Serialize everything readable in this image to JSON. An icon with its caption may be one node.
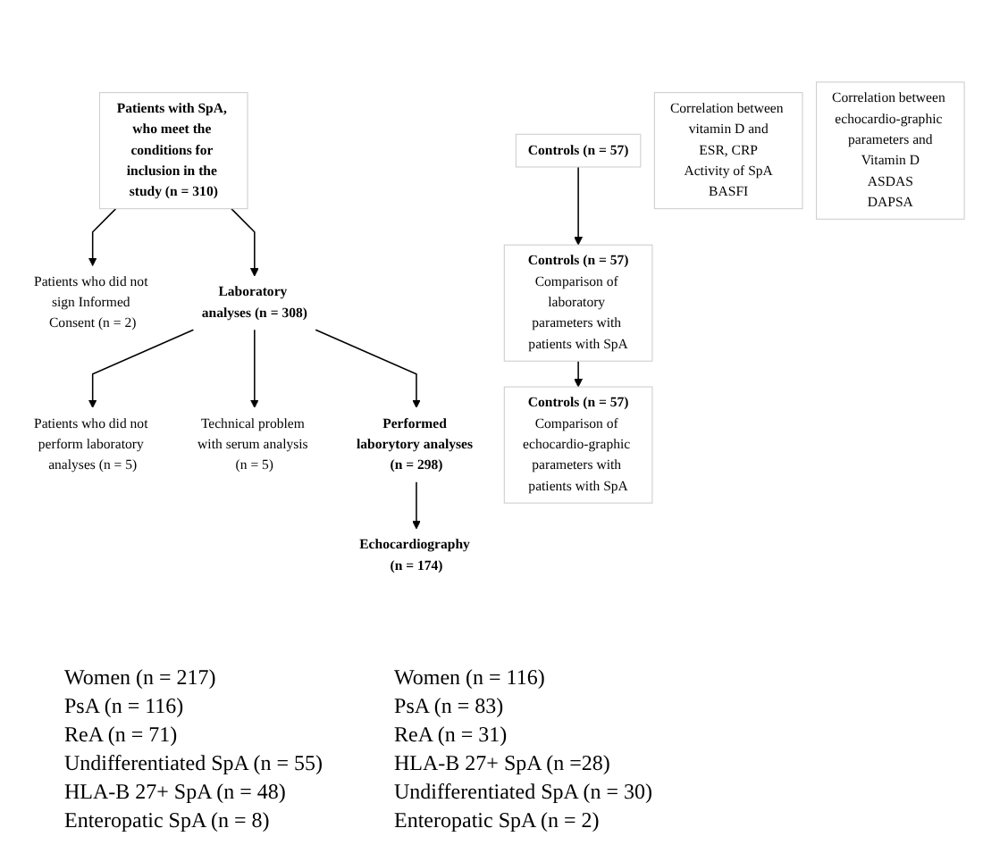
{
  "diagram": {
    "nodes": [
      {
        "text": [
          "Patients with SpA, who meet the conditions for inclusion in the study (n = 310)"
        ]
      },
      {
        "text": [
          "Controls (n = 57)"
        ]
      },
      {
        "text": [
          "Patients who did not sign Informed Consent (n = 2)"
        ]
      },
      {
        "text": [
          "Laboratory analyses (n = 308)"
        ]
      },
      {
        "text": [
          "Patients who did not perform laboratory analyses (n = 5)"
        ]
      },
      {
        "text": [
          "Technical problem with serum analysis (n = 5)"
        ]
      },
      {
        "text": [
          "Performed laborytory analyses (n = 298)"
        ]
      },
      {
        "text": [
          "Correlation between vitamin D and",
          "ESR, CRP",
          "Activity of SpA",
          "BASFI"
        ]
      },
      {
        "text": [
          "Controls (n = 57)",
          "Comparison of laboratory parameters with patients with SpA"
        ]
      },
      {
        "text": [
          "Echocardiography (n = 174)"
        ]
      },
      {
        "text": [
          "Correlation between echocardio-graphic parameters and",
          "Vitamin D",
          "ASDAS",
          "DAPSA"
        ]
      },
      {
        "text": [
          "Controls (n = 57)",
          "Comparison of echocardio-graphic parameters with patients with SpA"
        ]
      }
    ],
    "edges": [
      {
        "from": 0,
        "to": 2,
        "arrow": "to"
      },
      {
        "from": 0,
        "to": 3,
        "arrow": "to"
      },
      {
        "from": 3,
        "to": 4,
        "arrow": "to"
      },
      {
        "from": 3,
        "to": 5,
        "arrow": "to"
      },
      {
        "from": 3,
        "to": 6,
        "arrow": "to"
      },
      {
        "from": 6,
        "to": 9,
        "arrow": "to"
      },
      {
        "from": 1,
        "to": 8,
        "arrow": "to"
      },
      {
        "from": 8,
        "to": 11,
        "arrow": "to"
      }
    ],
    "labels": [
      "Women (n = 217)",
      "PsA (n = 116)",
      "ReA (n = 71)",
      "Undifferentiated SpA (n = 55)",
      "HLA-B 27+ SpA (n = 48)",
      "Enteropatic SpA (n = 8)",
      "Women (n = 116)",
      "PsA (n = 83)",
      "ReA (n = 31)",
      "HLA-B 27+ SpA (n =28)",
      "Undifferentiated SpA (n = 30)",
      "Enteropatic SpA (n = 2)"
    ]
  }
}
